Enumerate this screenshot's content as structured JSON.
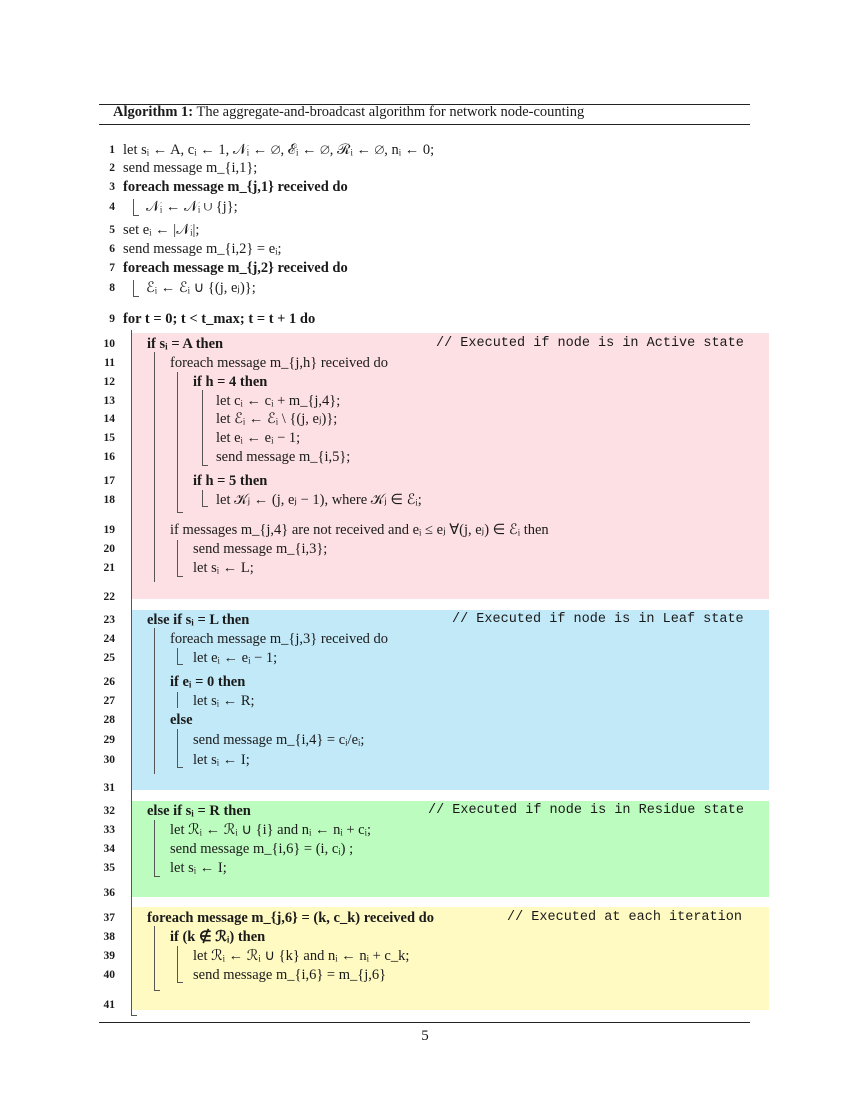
{
  "caption": {
    "label": "Algorithm 1:",
    "title": "The aggregate-and-broadcast algorithm for network node-counting"
  },
  "colors": {
    "active_block": "#fde0e3",
    "leaf_block": "#c2e9f8",
    "residue_block": "#bdfcbf",
    "iteration_block": "#fff9c2"
  },
  "lines": [
    {
      "n": "1",
      "text": "let sᵢ ← A, cᵢ ← 1, 𝒩ᵢ ← ∅, ℰᵢ ← ∅, ℛᵢ ← ∅, nᵢ ← 0;"
    },
    {
      "n": "2",
      "text": "send message m_{i,1};"
    },
    {
      "n": "3",
      "text": "foreach message m_{j,1} received do"
    },
    {
      "n": "4",
      "text": "𝒩ᵢ ← 𝒩ᵢ ∪ {j};"
    },
    {
      "n": "5",
      "text": "set eᵢ ← |𝒩ᵢ|;"
    },
    {
      "n": "6",
      "text": "send message m_{i,2} = eᵢ;"
    },
    {
      "n": "7",
      "text": "foreach message m_{j,2} received do"
    },
    {
      "n": "8",
      "text": "ℰᵢ ← ℰᵢ ∪ {(j, eⱼ)};"
    },
    {
      "n": "9",
      "text": "for t = 0; t < t_max; t = t + 1 do"
    },
    {
      "n": "10",
      "text": "if sᵢ = A then",
      "comment": "// Executed if node is in Active state"
    },
    {
      "n": "11",
      "text": "foreach message m_{j,h} received do"
    },
    {
      "n": "12",
      "text": "if h = 4 then"
    },
    {
      "n": "13",
      "text": "let cᵢ ← cᵢ + m_{j,4};"
    },
    {
      "n": "14",
      "text": "let ℰᵢ ← ℰᵢ \\ {(j, eⱼ)};"
    },
    {
      "n": "15",
      "text": "let eᵢ ← eᵢ − 1;"
    },
    {
      "n": "16",
      "text": "send message m_{i,5};"
    },
    {
      "n": "17",
      "text": "if h = 5 then"
    },
    {
      "n": "18",
      "text": "let 𝒦ⱼ ← (j, eⱼ − 1), where 𝒦ⱼ ∈ ℰᵢ;"
    },
    {
      "n": "19",
      "text": "if messages m_{j,4} are not received and eᵢ ≤ eⱼ ∀(j, eⱼ) ∈ ℰᵢ then"
    },
    {
      "n": "20",
      "text": "send message m_{i,3};"
    },
    {
      "n": "21",
      "text": "let sᵢ ← L;"
    },
    {
      "n": "22",
      "text": ""
    },
    {
      "n": "23",
      "text": "else if sᵢ = L then",
      "comment": "// Executed if node is in Leaf state"
    },
    {
      "n": "24",
      "text": "foreach message m_{j,3} received do"
    },
    {
      "n": "25",
      "text": "let eᵢ ← eᵢ − 1;"
    },
    {
      "n": "26",
      "text": "if eᵢ = 0 then"
    },
    {
      "n": "27",
      "text": "let sᵢ ← R;"
    },
    {
      "n": "28",
      "text": "else"
    },
    {
      "n": "29",
      "text": "send message m_{i,4} = cᵢ/eᵢ;"
    },
    {
      "n": "30",
      "text": "let sᵢ ← I;"
    },
    {
      "n": "31",
      "text": ""
    },
    {
      "n": "32",
      "text": "else if sᵢ = R then",
      "comment": "// Executed if node is in Residue state"
    },
    {
      "n": "33",
      "text": "let ℛᵢ ← ℛᵢ ∪ {i} and nᵢ ← nᵢ + cᵢ;"
    },
    {
      "n": "34",
      "text": "send message m_{i,6} = (i, cᵢ) ;"
    },
    {
      "n": "35",
      "text": "let sᵢ ← I;"
    },
    {
      "n": "36",
      "text": ""
    },
    {
      "n": "37",
      "text": "foreach message m_{j,6} = (k, c_k) received do",
      "comment": "// Executed at each iteration"
    },
    {
      "n": "38",
      "text": "if (k ∉ ℛᵢ)  then"
    },
    {
      "n": "39",
      "text": "let ℛᵢ ← ℛᵢ ∪ {k} and nᵢ ← nᵢ + c_k;"
    },
    {
      "n": "40",
      "text": "send message m_{i,6} = m_{j,6}"
    },
    {
      "n": "41",
      "text": ""
    }
  ],
  "page_number": "5"
}
